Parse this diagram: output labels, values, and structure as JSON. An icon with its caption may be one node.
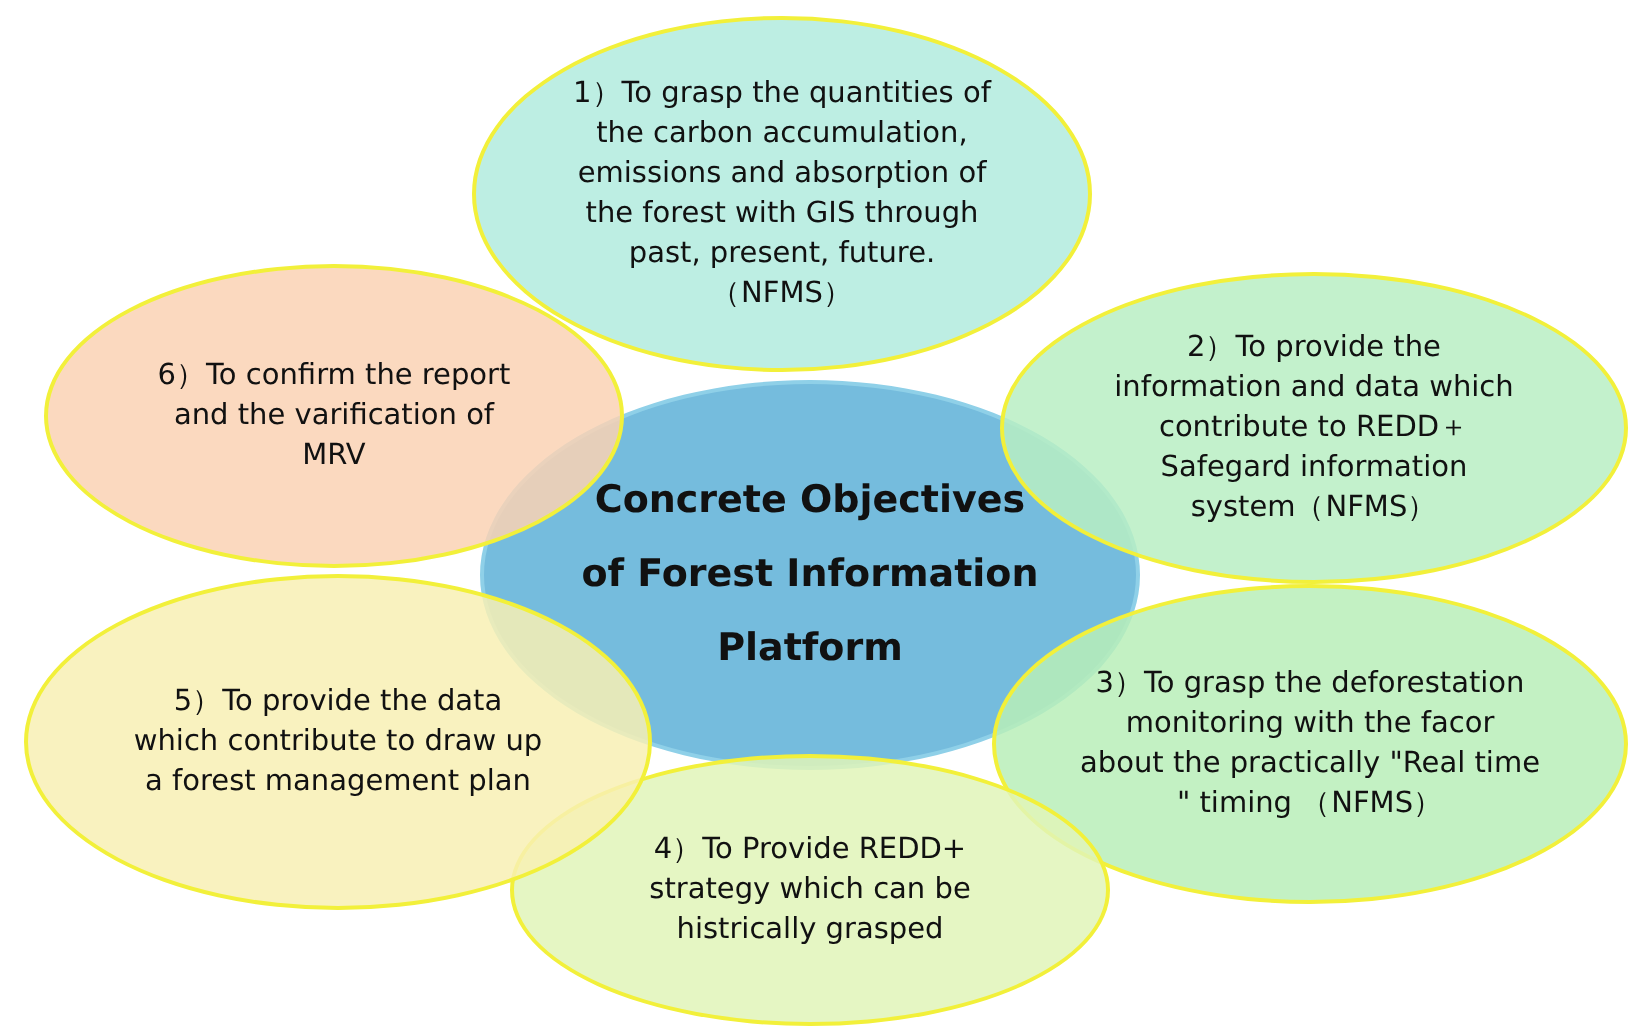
{
  "diagram": {
    "nodes": [
      {
        "text": [
          "Concrete Objectives of Forest Information Platform"
        ]
      },
      {
        "text": [
          "1）To grasp the quantities of the carbon accumulation, emissions and absorption of the forest with GIS through past, present, future.（NFMS）"
        ]
      },
      {
        "text": [
          "2）To provide the information and data which contribute to REDD＋Safegard information system（NFMS）"
        ]
      },
      {
        "text": [
          "3）To grasp the deforestation monitoring with the facor about the practically \"Real time \" timing （NFMS）"
        ]
      },
      {
        "text": [
          "4）To Provide REDD+ strategy which can be histrically grasped"
        ]
      },
      {
        "text": [
          "5）To provide the data which contribute to draw up a forest management plan"
        ]
      },
      {
        "text": [
          "6）To confirm the report and the varification of MRV"
        ]
      }
    ]
  }
}
